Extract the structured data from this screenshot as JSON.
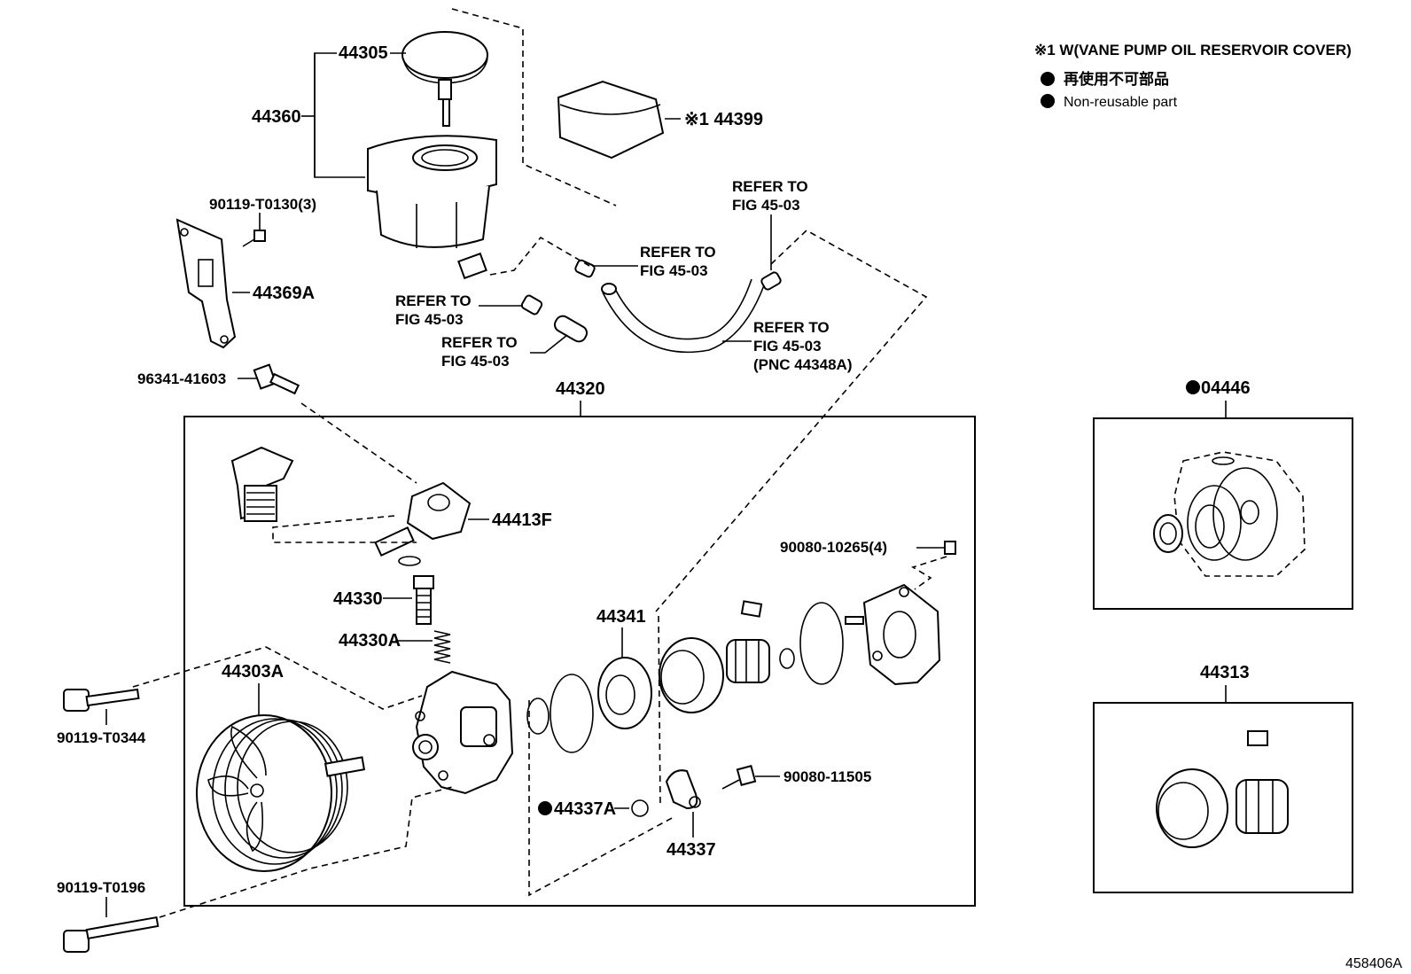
{
  "legend": {
    "note1": "※1 W(VANE PUMP OIL RESERVOIR COVER)",
    "jp_label": "再使用不可部品",
    "en_label": "Non-reusable part"
  },
  "labels": {
    "p44305": "44305",
    "p44360": "44360",
    "p44399": "※1 44399",
    "p90119_T0130": "90119-T0130(3)",
    "p44369A": "44369A",
    "refer_a_1": "REFER TO",
    "refer_a_2": "FIG 45-03",
    "refer_b_1": "REFER TO",
    "refer_b_2": "FIG 45-03",
    "refer_c_1": "REFER TO",
    "refer_c_2": "FIG 45-03",
    "refer_d_1": "REFER TO",
    "refer_d_2": "FIG 45-03",
    "refer_e_1": "REFER TO",
    "refer_e_2": "FIG 45-03",
    "refer_e_3": "(PNC 44348A)",
    "p96341": "96341-41603",
    "p44320": "44320",
    "p44413F": "44413F",
    "p90080_10265": "90080-10265(4)",
    "p44330": "44330",
    "p44330A": "44330A",
    "p44341": "44341",
    "p44303A": "44303A",
    "p90119_T0344": "90119-T0344",
    "p90080_11505": "90080-11505",
    "p44337A": "44337A",
    "p44337": "44337",
    "p90119_T0196": "90119-T0196",
    "p04446": "04446",
    "p44313": "44313",
    "figure_id": "458406A"
  }
}
